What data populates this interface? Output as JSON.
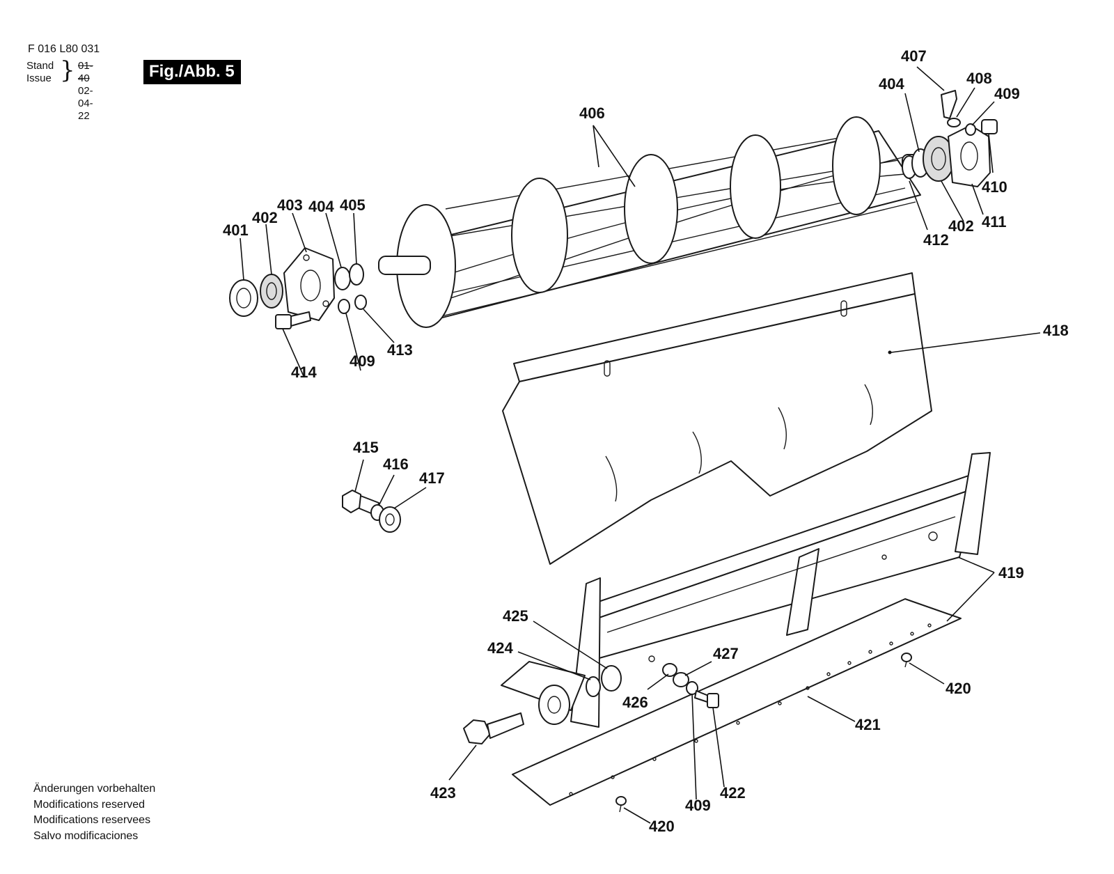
{
  "header": {
    "doc_code": "F 016 L80 031",
    "stand_label": "Stand",
    "issue_label": "Issue",
    "old_issue": "01-40",
    "issue_date": "02-04-22",
    "figure_label": "Fig./Abb. 5"
  },
  "callouts": {
    "c401": "401",
    "c402": "402",
    "c403": "403",
    "c404": "404",
    "c405": "405",
    "c406": "406",
    "c407": "407",
    "c408": "408",
    "c409": "409",
    "c410": "410",
    "c411": "411",
    "c412": "412",
    "c413": "413",
    "c414": "414",
    "c415": "415",
    "c416": "416",
    "c417": "417",
    "c418": "418",
    "c419": "419",
    "c420": "420",
    "c421": "421",
    "c422": "422",
    "c423": "423",
    "c424": "424",
    "c425": "425",
    "c426": "426",
    "c427": "427"
  },
  "footer": {
    "lines": [
      "Änderungen vorbehalten",
      "Modifications reserved",
      "Modifications reservees",
      "Salvo modificaciones"
    ]
  }
}
